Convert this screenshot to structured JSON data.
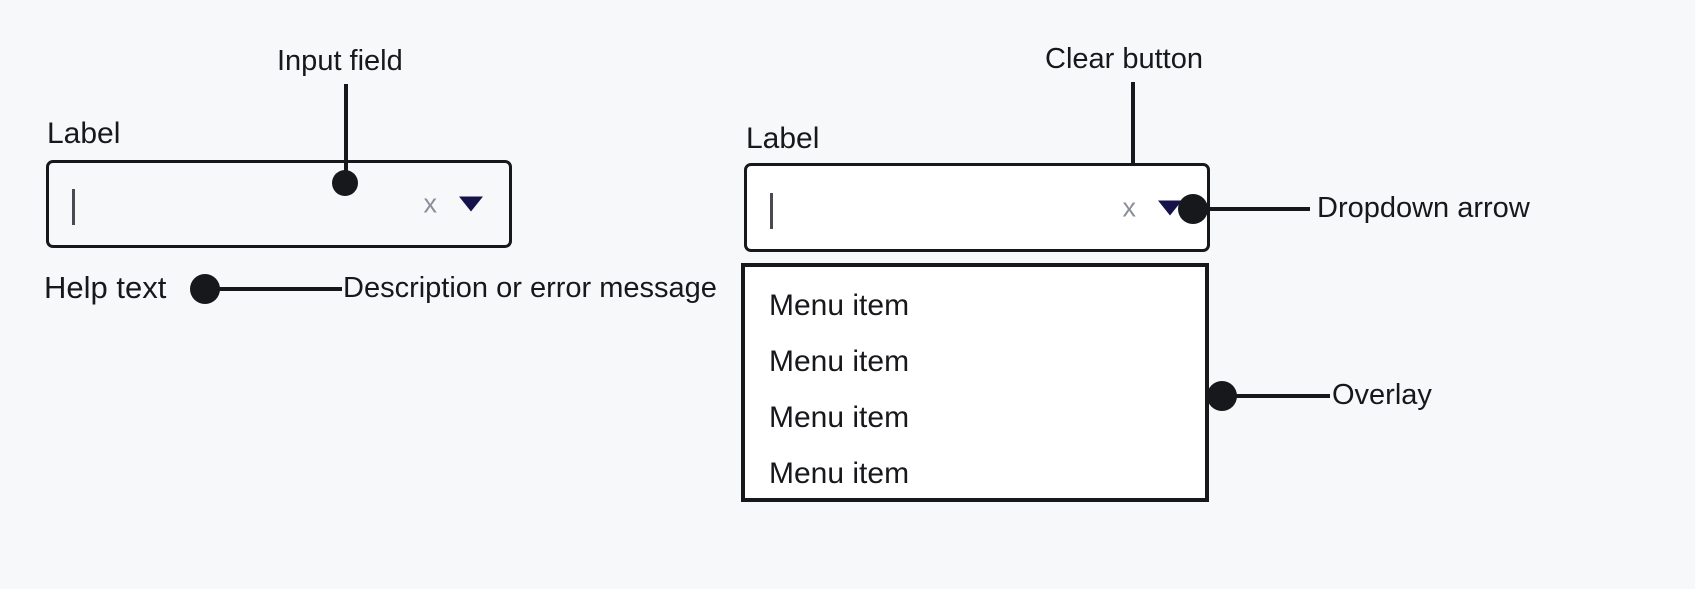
{
  "page": {
    "background_color": "#f7f8fa",
    "ink_color": "#17181c"
  },
  "left_field": {
    "label": "Label",
    "input": {
      "value": "",
      "caret_visible": true,
      "background_color": "transparent"
    },
    "clear_icon": {
      "glyph": "x",
      "color": "#8a8f99"
    },
    "dropdown_icon": {
      "glyph": "triangle-down",
      "color": "#15134a"
    },
    "help_text": "Help text"
  },
  "right_field": {
    "label": "Label",
    "input": {
      "value": "",
      "caret_visible": true,
      "background_color": "#ffffff"
    },
    "clear_icon": {
      "glyph": "x",
      "color": "#8a8f99"
    },
    "dropdown_icon": {
      "glyph": "triangle-down",
      "color": "#15134a"
    },
    "menu": {
      "background_color": "#ffffff",
      "items": [
        {
          "label": "Menu item"
        },
        {
          "label": "Menu item"
        },
        {
          "label": "Menu item"
        },
        {
          "label": "Menu item"
        }
      ]
    }
  },
  "callouts": {
    "input_field": "Input field",
    "help_text_description": "Description or error message",
    "clear_button": "Clear button",
    "dropdown_arrow": "Dropdown arrow",
    "overlay": "Overlay"
  }
}
